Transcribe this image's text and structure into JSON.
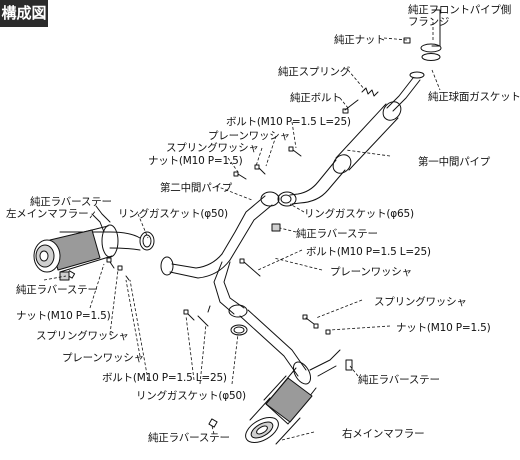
{
  "header": {
    "title": "構成図"
  },
  "labels": {
    "front_pipe_flange_1": "純正フロントパイプ側",
    "front_pipe_flange_2": "フランジ",
    "stock_nut": "純正ナット",
    "stock_spring": "純正スプリング",
    "stock_bolt": "純正ボルト",
    "stock_ball_gasket": "純正球面ガスケット",
    "bolt_m10_upper": "ボルト(M10 P=1.5 L=25)",
    "plain_washer_upper": "プレーンワッシャ",
    "spring_washer_upper": "スプリングワッシャ",
    "nut_m10_upper": "ナット(M10 P=1.5)",
    "first_mid_pipe": "第一中間パイプ",
    "second_mid_pipe": "第二中間パイプ",
    "stock_rubber_stay_top_left": "純正ラバーステー",
    "left_main_muffler": "左メインマフラー",
    "ring_gasket_50_upper": "リングガスケット(φ50)",
    "ring_gasket_65": "リングガスケット(φ65)",
    "stock_rubber_stay_center": "純正ラバーステー",
    "bolt_m10_center": "ボルト(M10 P=1.5 L=25)",
    "plain_washer_right": "プレーンワッシャ",
    "spring_washer_right": "スプリングワッシャ",
    "nut_m10_right": "ナット(M10 P=1.5)",
    "stock_rubber_stay_left": "純正ラバーステー",
    "nut_m10_left": "ナット(M10 P=1.5)",
    "spring_washer_left": "スプリングワッシャ",
    "plain_washer_left": "プレーンワッシャ",
    "bolt_m10_lower": "ボルト(M10 P=1.5 L=25)",
    "ring_gasket_50_lower": "リングガスケット(φ50)",
    "stock_rubber_stay_right": "純正ラバーステー",
    "stock_rubber_stay_bottom": "純正ラバーステー",
    "right_main_muffler": "右メインマフラー"
  }
}
